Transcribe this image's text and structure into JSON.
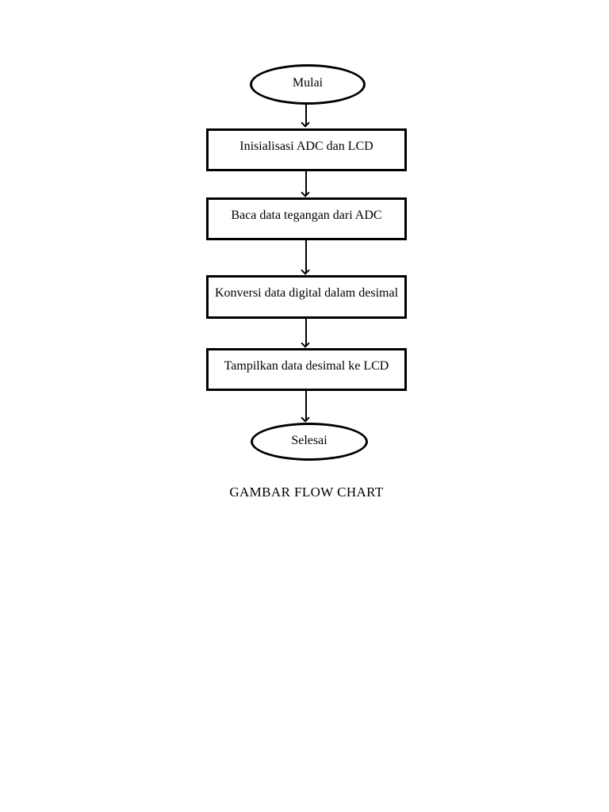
{
  "page": {
    "background_color": "#ffffff",
    "ink_color": "#000000"
  },
  "flowchart": {
    "type": "flowchart",
    "direction": "top-down",
    "nodes": [
      {
        "id": "start",
        "type": "terminator",
        "label": "Mulai"
      },
      {
        "id": "step-1",
        "type": "process",
        "label": "Inisialisasi ADC dan LCD"
      },
      {
        "id": "step-2",
        "type": "process",
        "label": "Baca data tegangan dari ADC"
      },
      {
        "id": "step-3",
        "type": "process",
        "label": "Konversi data digital dalam desimal"
      },
      {
        "id": "step-4",
        "type": "process",
        "label": "Tampilkan data desimal ke LCD"
      },
      {
        "id": "end",
        "type": "terminator",
        "label": "Selesai"
      }
    ],
    "edges": [
      {
        "from": "start",
        "to": "step-1",
        "style": "arrow-down"
      },
      {
        "from": "step-1",
        "to": "step-2",
        "style": "arrow-down"
      },
      {
        "from": "step-2",
        "to": "step-3",
        "style": "arrow-down"
      },
      {
        "from": "step-3",
        "to": "step-4",
        "style": "arrow-down"
      },
      {
        "from": "step-4",
        "to": "end",
        "style": "arrow-down"
      }
    ],
    "caption": "GAMBAR FLOW CHART"
  }
}
